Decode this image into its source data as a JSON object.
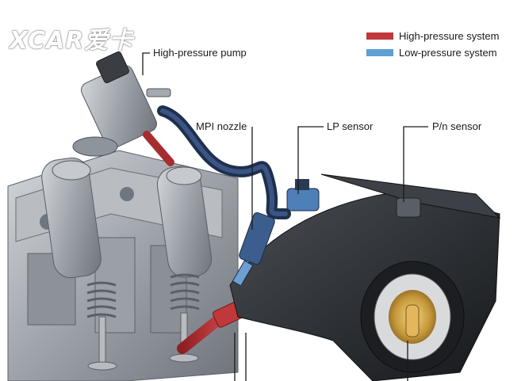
{
  "watermark": {
    "text": "XCAR爱卡",
    "kind": "logo"
  },
  "legend": [
    {
      "label": "High-pressure system",
      "color": "#c0383a"
    },
    {
      "label": "Low-pressure system",
      "color": "#5e9fd6"
    }
  ],
  "labels": {
    "hp_pump": "High-pressure pump",
    "mpi_nozzle": "MPI nozzle",
    "lp_sensor": "LP sensor",
    "pn_sensor": "P/n sensor"
  },
  "colors": {
    "high_pressure": "#c0383a",
    "low_pressure": "#5e9fd6",
    "metal": "#a7acb3",
    "dark_plastic": "#2c2f33",
    "fuel_line": "#2b3f63",
    "brass": "#c79a3b"
  }
}
